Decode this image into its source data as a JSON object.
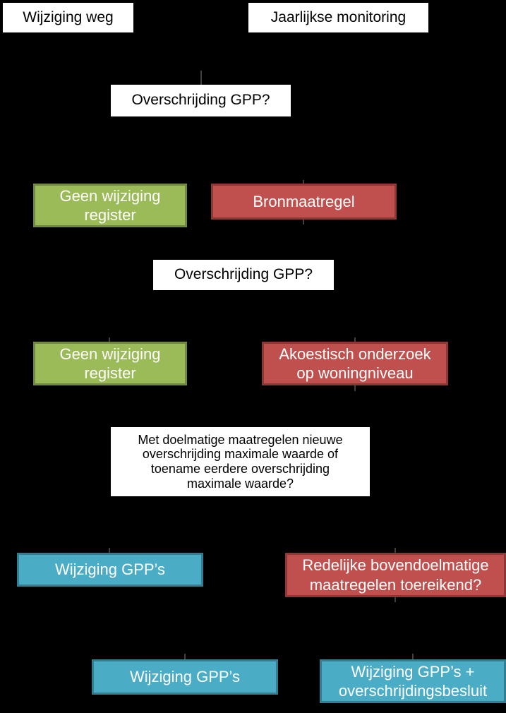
{
  "colors": {
    "background": "#000000",
    "decision": "#ffffff",
    "no_change": "#9bbb59",
    "measure": "#c0504d",
    "change": "#4bacc6"
  },
  "nodes": {
    "wijziging_weg": "Wijziging weg",
    "jaarlijkse_monitoring": "Jaarlijkse monitoring",
    "overschrijding_gpp_1": "Overschrijding GPP?",
    "geen_wijziging_1": "Geen wijziging\nregister",
    "bronmaatregel": "Bronmaatregel",
    "overschrijding_gpp_2": "Overschrijding GPP?",
    "geen_wijziging_2": "Geen wijziging\nregister",
    "akoestisch_onderzoek": "Akoestisch onderzoek\nop woningniveau",
    "doelmatige_vraag": "Met doelmatige maatregelen nieuwe\noverschrijding maximale waarde of\ntoename eerdere overschrijding\nmaximale waarde?",
    "wijziging_gpps_1": "Wijziging GPP’s",
    "redelijke_bovendoelmatige": "Redelijke bovendoelmatige\nmaatregelen toereikend?",
    "wijziging_gpps_2": "Wijziging GPP’s",
    "wijziging_gpps_besluit": "Wijziging GPP’s +\noverschrijdingsbesluit"
  }
}
